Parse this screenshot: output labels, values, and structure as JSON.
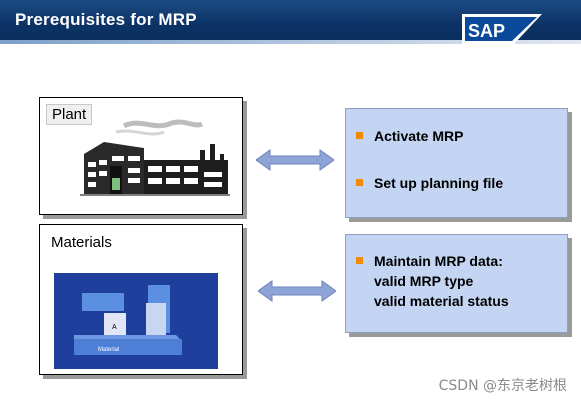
{
  "header": {
    "title": "Prerequisites for MRP",
    "logo_text": "SAP"
  },
  "plant": {
    "label": "Plant"
  },
  "materials": {
    "label": "Materials",
    "block_letter": "A",
    "block_caption": "Material"
  },
  "plant_requirements": {
    "items": [
      "Activate MRP",
      "Set up planning file"
    ]
  },
  "material_requirements": {
    "lines": [
      "Maintain MRP data:",
      "valid MRP type",
      "valid material status"
    ]
  },
  "watermark": "CSDN @东京老树根",
  "colors": {
    "header_bg": "#0c3366",
    "right_box_bg": "#c4d5f3",
    "bullet": "#f28a00",
    "material_bg": "#1e3f9c",
    "arrow": "#8fa4d6"
  }
}
